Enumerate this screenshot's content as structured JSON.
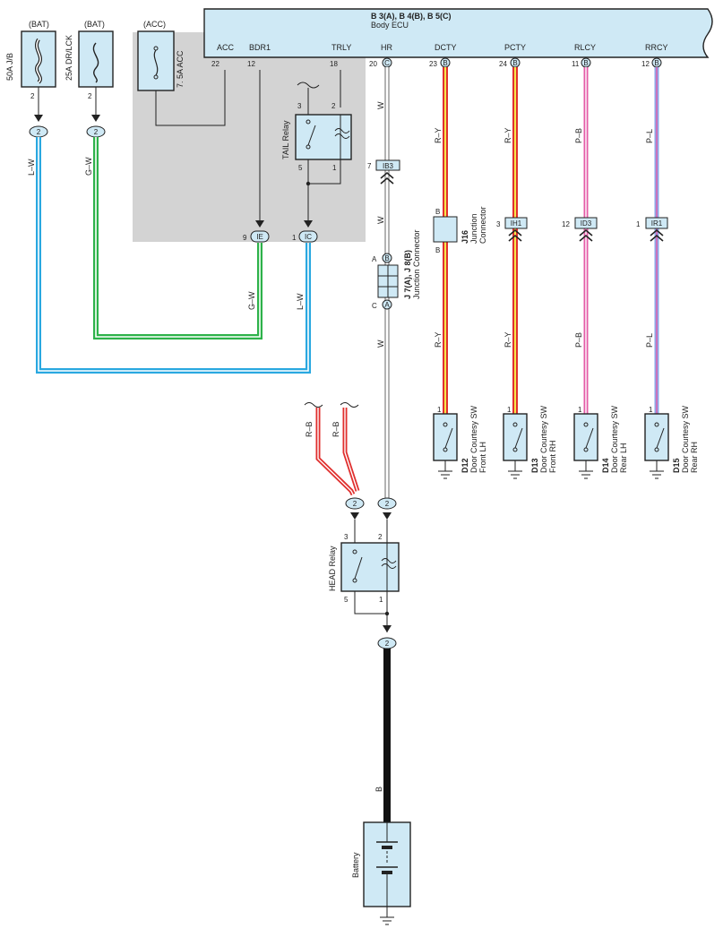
{
  "ecu": {
    "title": "B 3(A), B 4(B), B 5(C)",
    "subtitle": "Body ECU",
    "terminals": [
      {
        "name": "ACC",
        "pin": "22",
        "conn": ""
      },
      {
        "name": "BDR1",
        "pin": "12",
        "conn": ""
      },
      {
        "name": "TRLY",
        "pin": "18",
        "conn": ""
      },
      {
        "name": "HR",
        "pin": "20",
        "conn": "C"
      },
      {
        "name": "DCTY",
        "pin": "23",
        "conn": "B"
      },
      {
        "name": "PCTY",
        "pin": "24",
        "conn": "B"
      },
      {
        "name": "RLCY",
        "pin": "11",
        "conn": "B"
      },
      {
        "name": "RRCY",
        "pin": "12",
        "conn": "B"
      }
    ]
  },
  "fuses": [
    {
      "source": "(BAT)",
      "name": "50A J/B",
      "pin": "2"
    },
    {
      "source": "(BAT)",
      "name": "25A DR/LCK",
      "pin": "2"
    },
    {
      "source": "(ACC)",
      "name": "7. 5A ACC",
      "pin": ""
    }
  ],
  "tail_relay": {
    "name": "TAIL Relay",
    "pins": {
      "p3": "3",
      "p2": "2",
      "p5": "5",
      "p1": "1"
    }
  },
  "head_relay": {
    "name": "HEAD Relay",
    "pins": {
      "p3": "3",
      "p2": "2",
      "p5": "5",
      "p1": "1"
    }
  },
  "splices": [
    "2",
    "2",
    "2",
    "2",
    "2"
  ],
  "connectors": [
    {
      "id": "IE",
      "pin": "9"
    },
    {
      "id": "IC",
      "pin": "1"
    },
    {
      "id": "IB3",
      "pin": "7"
    },
    {
      "id": "IH1",
      "pin": "3"
    },
    {
      "id": "ID3",
      "pin": "12"
    },
    {
      "id": "IR1",
      "pin": "1"
    }
  ],
  "junction_j16": {
    "id": "J16",
    "label1": "Junction",
    "label2": "Connector",
    "pin_top": "B",
    "pin_bottom": "B"
  },
  "junction_j7": {
    "id": "J 7(A), J 8(B)",
    "label": "Junction Connector",
    "pin_a": "A",
    "conn_a": "B",
    "pin_c": "C",
    "conn_c": "A"
  },
  "wire_colors": {
    "lw": "L–W",
    "gw": "G–W",
    "w": "W",
    "ry": "R–Y",
    "pb": "P–B",
    "pl": "P–L",
    "rb": "R–B",
    "b": "B"
  },
  "switches": [
    {
      "id": "D12",
      "name": "Door Courtesy SW",
      "pos": "Front LH",
      "pin": "1"
    },
    {
      "id": "D13",
      "name": "Door Courtesy SW",
      "pos": "Front RH",
      "pin": "1"
    },
    {
      "id": "D14",
      "name": "Door Courtesy SW",
      "pos": "Rear LH",
      "pin": "1"
    },
    {
      "id": "D15",
      "name": "Door Courtesy SW",
      "pos": "Rear RH",
      "pin": "1"
    }
  ],
  "battery": {
    "name": "Battery"
  },
  "colors": {
    "block_fill": "#cfe9f5",
    "shade": "#d3d3d3",
    "wire_blue": "#29a8e0",
    "wire_green": "#2db24a",
    "wire_red": "#e0302f",
    "wire_yellow": "#f5e74a",
    "wire_pink": "#e45ca8",
    "wire_black": "#111111"
  }
}
